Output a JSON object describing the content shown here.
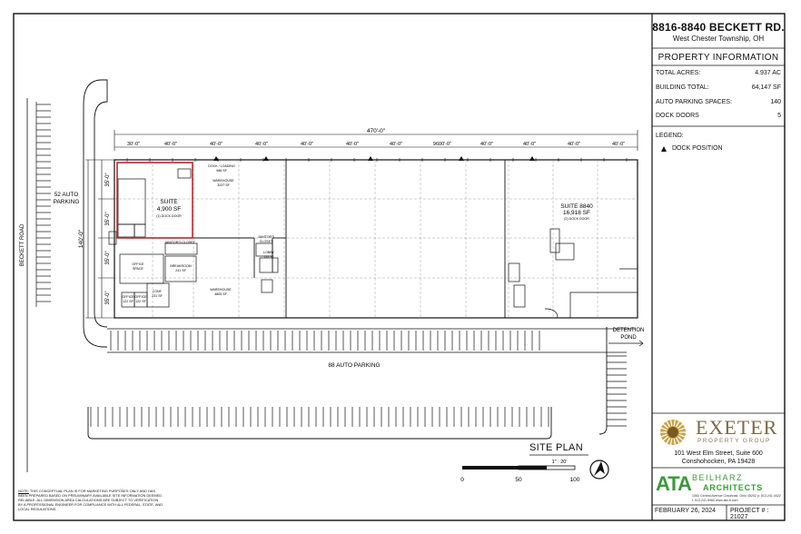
{
  "title_block": {
    "address": "8816-8840 BECKETT RD.",
    "township": "West Chester Township, OH",
    "heading": "PROPERTY INFORMATION",
    "stats": [
      {
        "label": "TOTAL ACRES:",
        "value": "4.937 AC"
      },
      {
        "label": "BUILDING TOTAL:",
        "value": "64,147 SF"
      },
      {
        "label": "AUTO PARKING SPACES:",
        "value": "140"
      },
      {
        "label": "DOCK DOORS",
        "value": "5"
      }
    ],
    "legend_label": "LEGEND:",
    "legend_item": "DOCK POSITION",
    "developer": {
      "name": "EXETER",
      "group": "PROPERTY GROUP",
      "address_line1": "101 West Elm Street, Suite 600",
      "address_line2": "Conshohocken, PA 19428"
    },
    "architect": {
      "mark": "ATA",
      "name1": "BEILHARZ",
      "name2": "ARCHITECTS",
      "contact": "1063 Central Avenue   Cincinnati, Ohio 45202   p: 513.241.4422  f: 513.241.5960  www.ata-b.com"
    },
    "date": "FEBRUARY 26, 2024",
    "project": "PROJECT # : 21027"
  },
  "plan": {
    "sheet_title": "SITE PLAN",
    "scale": "1\" : 20'",
    "scale_ticks": [
      "0",
      "50",
      "100"
    ],
    "road_label": "BECKETT ROAD",
    "parking_west": "52 AUTO\nPARKING",
    "parking_west_1": "52 AUTO",
    "parking_west_2": "PARKING",
    "parking_south": "88 AUTO PARKING",
    "detention_1": "DETENTION",
    "detention_2": "POND",
    "overall_dim": "470'-0\"",
    "bay_dims": [
      "30'-0\"",
      "40'-0\"",
      "40'-0\"",
      "40'-0\"",
      "40'-0\"",
      "40'-0\"",
      "40'-0\"",
      "9600'-0\"",
      "40'-0\"",
      "40'-0\"",
      "40'-0\"",
      "40'-0\""
    ],
    "depth_dims": [
      "35'-0\"",
      "35'-0\"",
      "35'-0\"",
      "35'-0\""
    ],
    "depth_total": "140'-0\"",
    "suite_a": {
      "name": "SUITE",
      "area": "4,900 SF",
      "doors": "(1) DOCK DOOR"
    },
    "suite_b": {
      "name": "SUITE 8840",
      "area": "16,918 SF",
      "doors": "(2) DOCK DOOR"
    },
    "rooms": [
      {
        "id": "dock-loading",
        "line1": "DOCK / LOADING",
        "line2": "986 SF"
      },
      {
        "id": "warehouse-1",
        "line1": "WAREHOUSE",
        "line2": "3237 SF"
      },
      {
        "id": "janitor-closet-1",
        "line1": "JANITOR'S CLOSET",
        "line2": ""
      },
      {
        "id": "janitor-closet-2",
        "line1": "JANITOR'S",
        "line2": "CLOSET"
      },
      {
        "id": "office-space",
        "line1": "OFFICE",
        "line2": "SPACE"
      },
      {
        "id": "breakroom",
        "line1": "BREAKROOM",
        "line2": "241 SF"
      },
      {
        "id": "lobby",
        "line1": "LOBBY",
        "line2": "135 SF"
      },
      {
        "id": "conf",
        "line1": "CONF.",
        "line2": "231 SF"
      },
      {
        "id": "office-1",
        "line1": "OFFICE",
        "line2": "122 SF"
      },
      {
        "id": "office-2",
        "line1": "OFFICE",
        "line2": "122 SF"
      },
      {
        "id": "warehouse-2",
        "line1": "WAREHOUSE",
        "line2": "4805 SF"
      }
    ]
  },
  "note": {
    "label": "NOTE:",
    "text": "THIS CONCEPTUAL PLAN IS FOR MARKETING PURPOSES ONLY AND HAS BEEN PREPARED BASED ON PRELIMINARY AVAILABLE SITE INFORMATION DEEMED RELIABLE. ALL DIMENSION AREA CALCULATIONS ARE SUBJECT TO VERIFICATION BY A PROFESSIONAL ENGINEER FOR COMPLIANCE WITH ALL FEDERAL, STATE, AND LOCAL REGULATIONS."
  }
}
